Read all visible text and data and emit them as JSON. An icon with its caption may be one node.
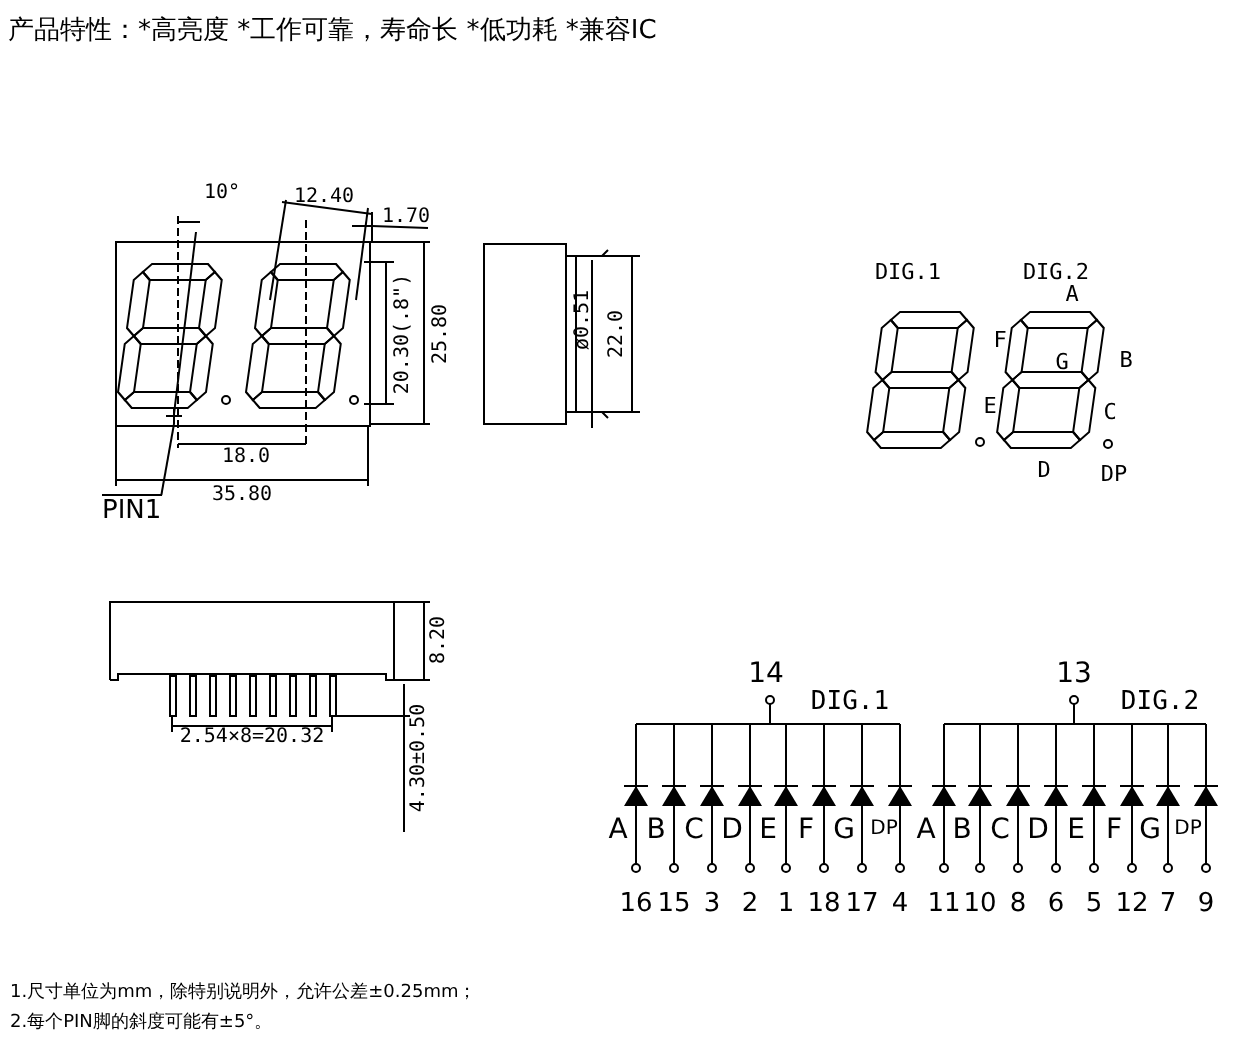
{
  "diagram": {
    "title": "产品特性：*高亮度 *工作可靠，寿命长 *低功耗 *兼容IC",
    "nodes": [
      {
        "text": [
          "PIN1"
        ]
      },
      {
        "text": [],
        "shape": "cross"
      }
    ],
    "edges": [
      {
        "from": 0,
        "to": 1,
        "arrow": "none"
      }
    ],
    "labels": [
      "10°",
      "12.40",
      "1.70",
      "20.30(.8\")",
      "25.80",
      "18.0",
      "35.80",
      "ø0.51",
      "22.0",
      "DIG.1",
      "DIG.2",
      "A",
      "F",
      "G",
      "B",
      "E",
      "C",
      "D",
      "DP",
      "8.20",
      "2.54×8=20.32",
      "4.30±0.50",
      "14",
      "DIG.1",
      "13",
      "DIG.2",
      "A",
      "B",
      "C",
      "D",
      "E",
      "F",
      "G",
      "DP",
      "A",
      "B",
      "C",
      "D",
      "E",
      "F",
      "G",
      "DP",
      "16",
      "15",
      "3",
      "2",
      "1",
      "18",
      "17",
      "4",
      "11",
      "10",
      "8",
      "6",
      "5",
      "12",
      "7",
      "9",
      "1.尺寸单位为mm，除特别说明外，允许公差±0.25mm；",
      "2.每个PIN脚的斜度可能有±5°。"
    ]
  }
}
